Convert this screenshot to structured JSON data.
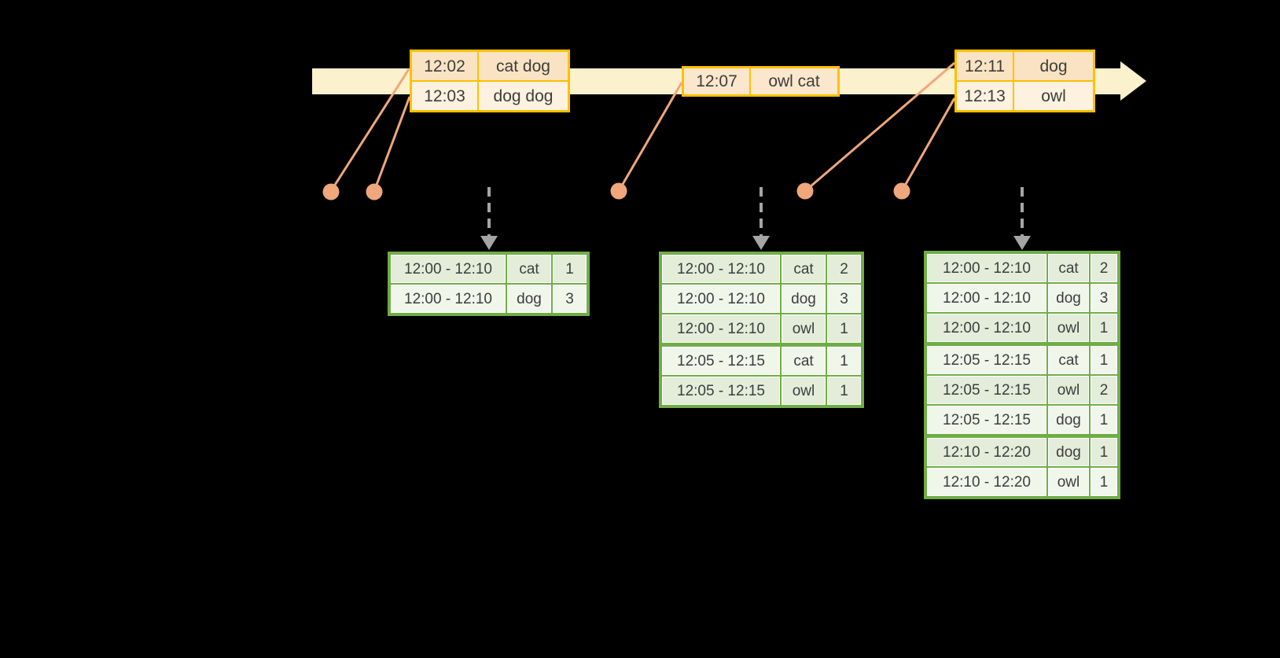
{
  "colors": {
    "background": "#000000",
    "timeline_fill": "#FCF1CD",
    "event_table_border": "#FFC000",
    "event_cell_dark": "#FAE3C2",
    "event_cell_light": "#FDF1DF",
    "connector_salmon": "#F0A77B",
    "trigger_arrow_gray": "#A5A5A5",
    "result_table_border": "#70AD47",
    "result_cell_dark": "#E3EDDA",
    "result_cell_light": "#F1F6EB",
    "text": "#3D3D3D"
  },
  "icons": {
    "timeline_arrowhead": "right-arrow",
    "trigger_arrowhead": "down-arrow",
    "event_marker": "dot"
  },
  "event_tables": [
    {
      "rows": [
        {
          "time": "12:02",
          "words": "cat dog"
        },
        {
          "time": "12:03",
          "words": "dog dog"
        }
      ]
    },
    {
      "rows": [
        {
          "time": "12:07",
          "words": "owl cat"
        }
      ]
    },
    {
      "rows": [
        {
          "time": "12:11",
          "words": "dog"
        },
        {
          "time": "12:13",
          "words": "owl"
        }
      ]
    }
  ],
  "result_tables": [
    {
      "rows": [
        {
          "window": "12:00 - 12:10",
          "word": "cat",
          "count": "1"
        },
        {
          "window": "12:00 - 12:10",
          "word": "dog",
          "count": "3"
        }
      ]
    },
    {
      "rows": [
        {
          "window": "12:00 - 12:10",
          "word": "cat",
          "count": "2"
        },
        {
          "window": "12:00 - 12:10",
          "word": "dog",
          "count": "3"
        },
        {
          "window": "12:00 - 12:10",
          "word": "owl",
          "count": "1"
        },
        {
          "window": "12:05 - 12:15",
          "word": "cat",
          "count": "1"
        },
        {
          "window": "12:05 - 12:15",
          "word": "owl",
          "count": "1"
        }
      ]
    },
    {
      "rows": [
        {
          "window": "12:00 - 12:10",
          "word": "cat",
          "count": "2"
        },
        {
          "window": "12:00 - 12:10",
          "word": "dog",
          "count": "3"
        },
        {
          "window": "12:00 - 12:10",
          "word": "owl",
          "count": "1"
        },
        {
          "window": "12:05 - 12:15",
          "word": "cat",
          "count": "1"
        },
        {
          "window": "12:05 - 12:15",
          "word": "owl",
          "count": "2"
        },
        {
          "window": "12:05 - 12:15",
          "word": "dog",
          "count": "1"
        },
        {
          "window": "12:10 - 12:20",
          "word": "dog",
          "count": "1"
        },
        {
          "window": "12:10 - 12:20",
          "word": "owl",
          "count": "1"
        }
      ]
    }
  ]
}
